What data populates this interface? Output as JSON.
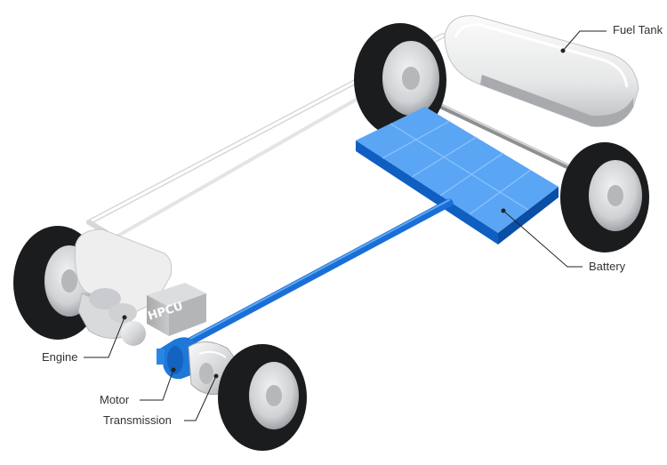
{
  "labels": {
    "fuel_tank": "Fuel Tank",
    "battery": "Battery",
    "engine": "Engine",
    "motor": "Motor",
    "transmission": "Transmission"
  },
  "unit_marking": "HPCU",
  "colors": {
    "battery_blue": "#1c7be0",
    "driveshaft_blue": "#1a6fd6",
    "motor_blue": "#1e78d8",
    "tire": "#1b1c1e",
    "rim": "#d9dadc",
    "leader_line": "#222222",
    "chrome": "#e4e5e6"
  },
  "icons": {
    "fuel_tank": "fuel-tank-shape",
    "battery": "battery-pack-shape",
    "engine": "engine-block-shape",
    "hpcu": "control-unit-box",
    "motor": "electric-motor-shape",
    "transmission": "gearbox-shape",
    "wheel": "wheel-shape"
  }
}
